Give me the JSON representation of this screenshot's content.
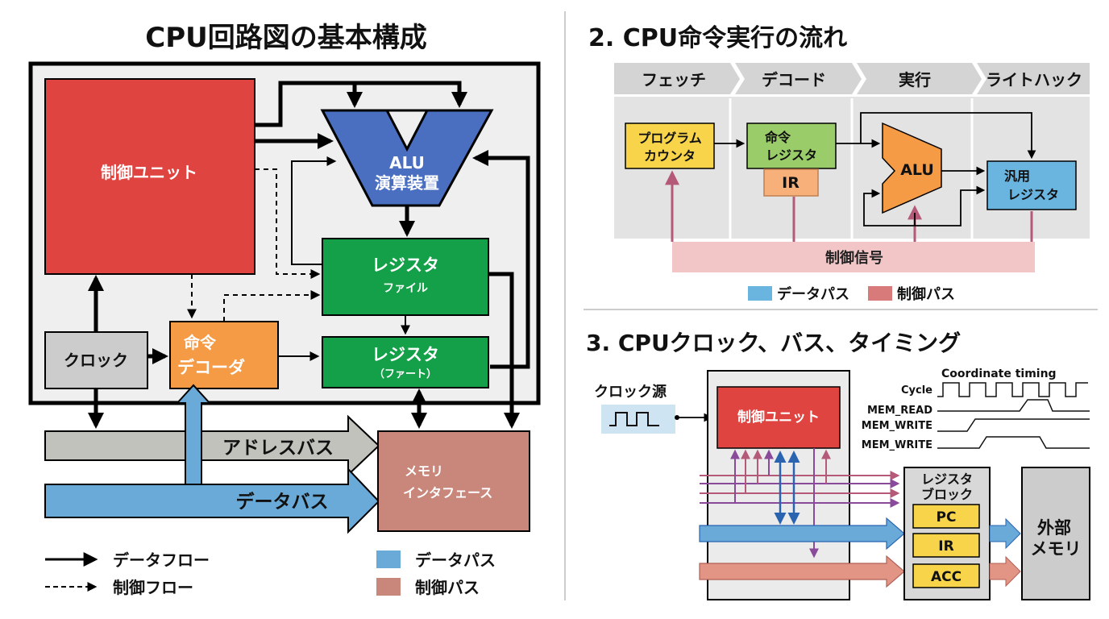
{
  "left": {
    "title": "CPU回路図の基本構成",
    "blocks": {
      "control_unit": "制御ユニット",
      "alu_line1": "ALU",
      "alu_line2": "演算装置",
      "register_file_line1": "レジスタ",
      "register_file_line2": "ファイル",
      "register_fast_line1": "レジスタ",
      "register_fast_line2": "（ファート）",
      "decoder_line1": "命令",
      "decoder_line2": "デコーダ",
      "clock": "クロック",
      "memory_if_line1": "メモリ",
      "memory_if_line2": "インタフェース"
    },
    "buses": {
      "address": "アドレスバス",
      "data": "データバス"
    },
    "legend": {
      "data_flow": "データフロー",
      "control_flow": "制御フロー",
      "data_path": "データパス",
      "control_path": "制御パス"
    }
  },
  "pipeline": {
    "title": "2. CPU命令実行の流れ",
    "stages": [
      "フェッチ",
      "デコード",
      "実行",
      "ライトハック"
    ],
    "blocks": {
      "pc_line1": "プログラム",
      "pc_line2": "カウンタ",
      "ir_line1": "命令",
      "ir_line2": "レジスタ",
      "ir_tag": "IR",
      "alu": "ALU",
      "gpr_line1": "汎用",
      "gpr_line2": "レジスタ"
    },
    "control_signal": "制御信号",
    "legend": {
      "data_path": "データパス",
      "control_path": "制御パス"
    }
  },
  "timing": {
    "title": "3. CPUクロック、バス、タイミング",
    "clock_source": "クロック源",
    "control_unit": "制御ユニット",
    "register_block_line1": "レジスタ",
    "register_block_line2": "ブロック",
    "registers": [
      "PC",
      "IR",
      "ACC"
    ],
    "external_memory_line1": "外部",
    "external_memory_line2": "メモリ",
    "waveform_title": "Coordinate timing",
    "signals": [
      "Cycle",
      "MEM_READ",
      "MEM_WRITE",
      "MEM_WRITE"
    ]
  },
  "colors": {
    "control_red": "#e04440",
    "alu_blue": "#4a6fc0",
    "register_green": "#14a048",
    "decoder_orange": "#f59a45",
    "clock_gray": "#cccccc",
    "memory_brown": "#c9877b",
    "data_blue": "#6aaad8",
    "control_pink": "#d97a7a",
    "pc_yellow": "#f7d44a",
    "ir_green": "#9acd6a",
    "gpr_blue": "#6ab4e0"
  }
}
